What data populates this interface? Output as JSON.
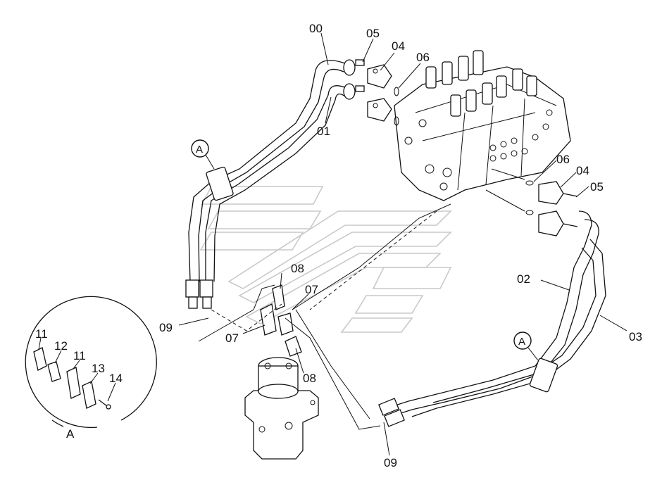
{
  "labels": {
    "p00": "00",
    "p01": "01",
    "p02": "02",
    "p03": "03",
    "p04_top": "04",
    "p04_right": "04",
    "p05_top": "05",
    "p05_right": "05",
    "p06_top": "06",
    "p06_right": "06",
    "p07_left": "07",
    "p07_right": "07",
    "p08_top": "08",
    "p08_bottom": "08",
    "p09_left": "09",
    "p09_bottom": "09",
    "p11_a": "11",
    "p11_b": "11",
    "p12": "12",
    "p13": "13",
    "p14": "14"
  },
  "callouts": {
    "a_top_left": "A",
    "a_right": "A",
    "a_detail": "A"
  }
}
